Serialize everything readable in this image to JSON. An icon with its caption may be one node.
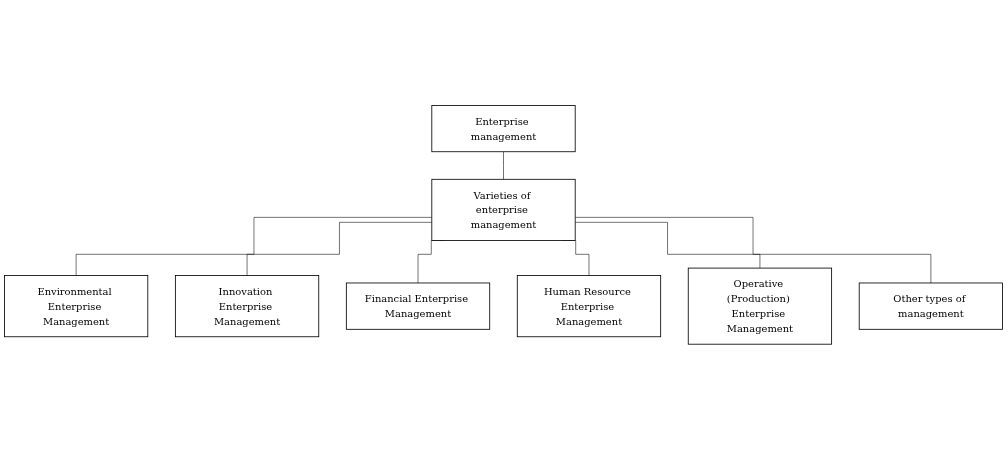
{
  "diagram": {
    "nodes": [
      {
        "text": [
          "Enterprise management"
        ]
      },
      {
        "text": [
          "Varieties of enterprise management"
        ]
      },
      {
        "text": [
          "Environmental Enterprise Management"
        ]
      },
      {
        "text": [
          "Innovation Enterprise Management"
        ]
      },
      {
        "text": [
          "Financial Enterprise Management"
        ]
      },
      {
        "text": [
          "Human Resource Enterprise Management"
        ]
      },
      {
        "text": [
          "Operative (Production) Enterprise Management"
        ]
      },
      {
        "text": [
          "Other types of management"
        ]
      }
    ],
    "edges": [
      {
        "from": 0,
        "to": 1,
        "arrow": "none"
      },
      {
        "from": 1,
        "to": 2,
        "arrow": "none"
      },
      {
        "from": 1,
        "to": 3,
        "arrow": "none"
      },
      {
        "from": 1,
        "to": 4,
        "arrow": "none"
      },
      {
        "from": 1,
        "to": 5,
        "arrow": "none"
      },
      {
        "from": 1,
        "to": 6,
        "arrow": "none"
      },
      {
        "from": 1,
        "to": 7,
        "arrow": "none"
      }
    ]
  }
}
